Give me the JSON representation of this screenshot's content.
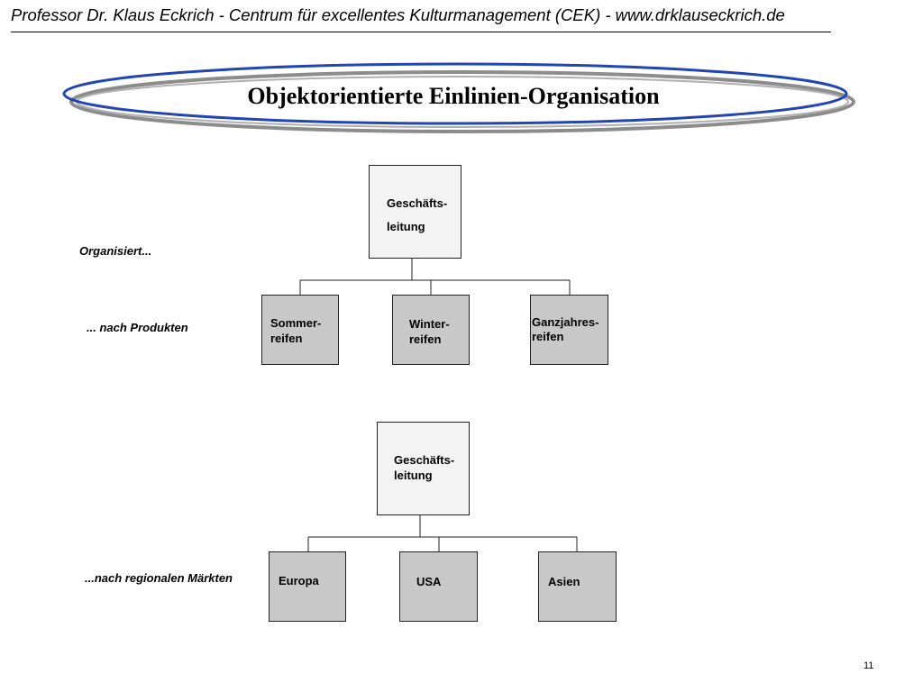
{
  "header": {
    "text": "Professor Dr. Klaus Eckrich - Centrum für excellentes Kulturmanagement (CEK) - www.drklauseckrich.de"
  },
  "title": "Objektorientierte Einlinien-Organisation",
  "labels": {
    "organisiert": "Organisiert...",
    "produkte": "... nach Produkten",
    "maerkte": "...nach regionalen Märkten"
  },
  "chart1": {
    "top": {
      "line1": "Geschäfts-",
      "line2": "leitung"
    },
    "children": [
      {
        "line1": "Sommer-",
        "line2": "reifen"
      },
      {
        "line1": "Winter-",
        "line2": "reifen"
      },
      {
        "line1": "Ganzjahres-",
        "line2": "reifen"
      }
    ]
  },
  "chart2": {
    "top": {
      "line1": "Geschäfts-",
      "line2": "leitung"
    },
    "children": [
      {
        "text": "Europa"
      },
      {
        "text": "USA"
      },
      {
        "text": "Asien"
      }
    ]
  },
  "colors": {
    "ellipse_outer": "#2145b5",
    "ellipse_inner": "#8c8c8c",
    "box_top": "#f3f3f3",
    "box_sub": "#c8c8c8"
  },
  "page_number": "11"
}
